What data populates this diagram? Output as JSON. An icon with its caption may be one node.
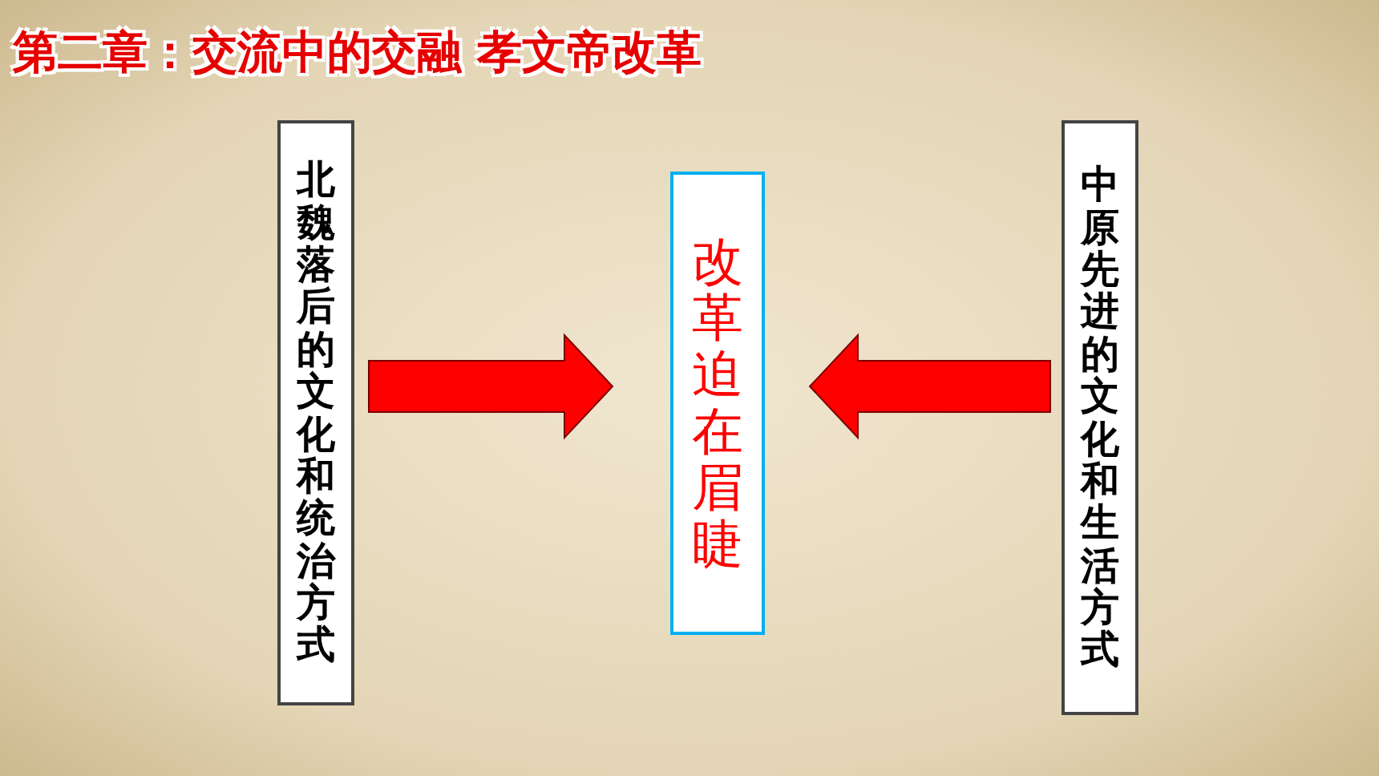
{
  "diagram": {
    "title": "第二章：交流中的交融 孝文帝改革",
    "nodes": [
      {
        "text": [
          "北魏落后的文化和统治方式"
        ]
      },
      {
        "text": [
          "改革迫在眉睫"
        ]
      },
      {
        "text": [
          "中原先进的文化和生活方式"
        ]
      }
    ],
    "edges": [
      {
        "from": 0,
        "to": 1,
        "arrow": "to",
        "style": "thick"
      },
      {
        "from": 2,
        "to": 1,
        "arrow": "to",
        "style": "thick"
      }
    ]
  }
}
